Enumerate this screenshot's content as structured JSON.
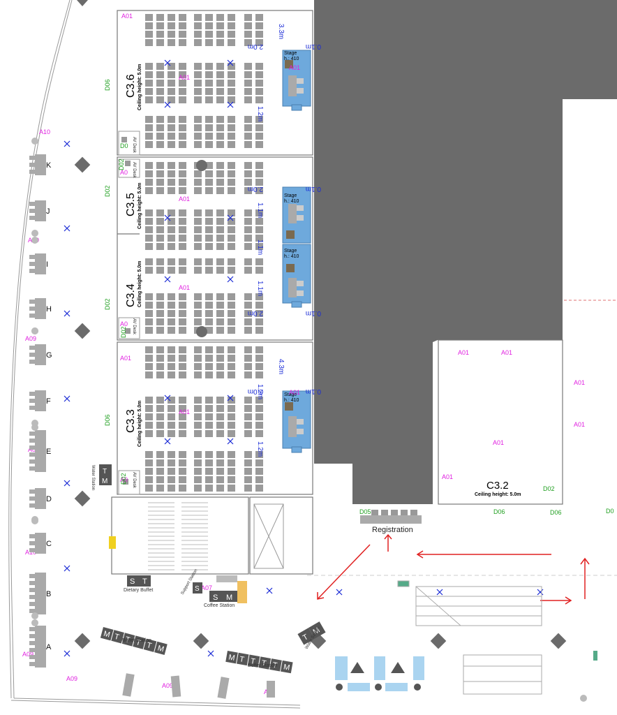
{
  "rooms": [
    {
      "id": "c36",
      "name": "C3.6",
      "ceiling": "Ceiling height: 5.0m"
    },
    {
      "id": "c35",
      "name": "C3.5",
      "ceiling": "Ceiling height: 5.0m"
    },
    {
      "id": "c34",
      "name": "C3.4",
      "ceiling": "Ceiling height: 5.0m"
    },
    {
      "id": "c33",
      "name": "C3.3",
      "ceiling": "Ceiling height: 5.0m"
    },
    {
      "id": "c32",
      "name": "C3.2",
      "ceiling": "Ceiling height: 5.0m"
    }
  ],
  "stages": [
    {
      "label": "Stage",
      "height": "h.: 410"
    },
    {
      "label": "Stage",
      "height": "h.: 410"
    },
    {
      "label": "Stage",
      "height": "h.: 410"
    },
    {
      "label": "Stage",
      "height": "h.: 410"
    }
  ],
  "dimensions": [
    "3.3m",
    "2.0m",
    "0.1m",
    "1.2m",
    "2.0m",
    "0.1m",
    "1.1m",
    "1.1m",
    "1.1m",
    "2.0m",
    "0.1m",
    "4.3m",
    "1.2m",
    "2.0m",
    "0.1m",
    "1.2m"
  ],
  "exhibit_columns": [
    "K",
    "J",
    "I",
    "H",
    "G",
    "F",
    "E",
    "D",
    "C",
    "B",
    "A"
  ],
  "door_codes": [
    "D06",
    "D02",
    "D02",
    "D02",
    "D02",
    "D06",
    "D02",
    "D05",
    "D06",
    "D06",
    "D02",
    "D0"
  ],
  "av_desks": [
    "AV Desk",
    "AV Desk",
    "AV Desk",
    "AV Desk"
  ],
  "av_codes": [
    "D0",
    "A0",
    "A0",
    "A0"
  ],
  "a_codes": [
    "A01",
    "A01",
    "A01",
    "A01",
    "A01",
    "A01",
    "A01",
    "A01",
    "A01",
    "A01",
    "A01",
    "A01",
    "A01",
    "A01"
  ],
  "a_other": [
    "A10",
    "A09",
    "A09",
    "A09",
    "A10",
    "A09",
    "A09",
    "A09",
    "A10",
    "A07"
  ],
  "registration": "Registration",
  "dietary_buffet": "Dietary Buffet",
  "support_station": "Support Station",
  "coffee_station": "Coffee Station",
  "buffet_station": "Buffet Station",
  "water_station": "Water Station",
  "water_station_left": "Water Station",
  "station_letters": {
    "s": "S",
    "t": "T",
    "m": "M"
  },
  "colors": {
    "room_dark": "#6b6b6b",
    "stage": "#6ea9dc",
    "chair": "#9a9a9a",
    "code_pink": "#e020e0",
    "code_green": "#22a022",
    "dim_blue": "#1a2bd6",
    "arrow_red": "#e02020",
    "column": "#a9a9a9",
    "yellow": "#f0d020",
    "beige": "#f0c060"
  }
}
